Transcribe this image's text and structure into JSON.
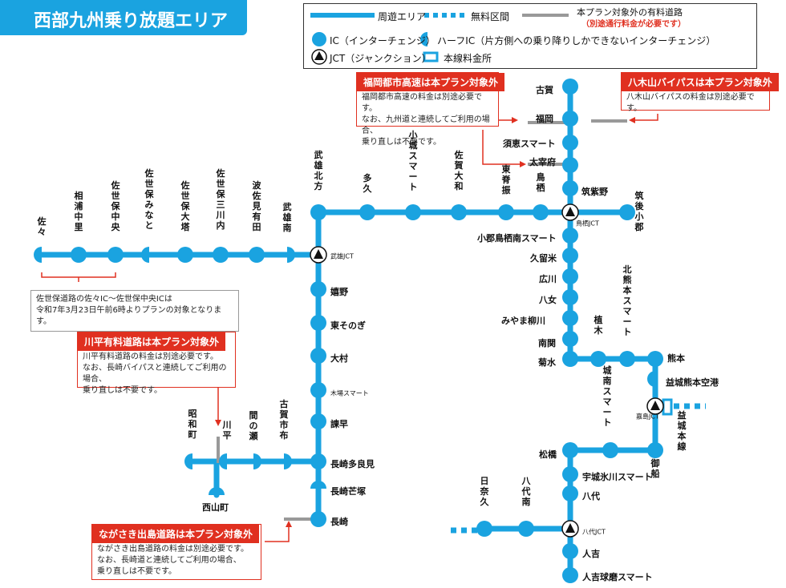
{
  "title": "西部九州乗り放題エリア",
  "legend": {
    "loop_area": "周遊エリア",
    "free_section": "無料区間",
    "excluded_toll": "本プラン対象外の有料道路",
    "excluded_toll_note": "（別途通行料金が必要です）",
    "ic": "IC（インターチェンジ）",
    "half_ic": "ハーフIC（片方側への乗り降りしかできないインターチェンジ）",
    "jct": "JCT（ジャンクション）",
    "toll_gate": "本線料金所"
  },
  "colors": {
    "route": "#1aa3e0",
    "excluded": "#999999",
    "note_red": "#e03020"
  },
  "notes": {
    "fukuoka": {
      "title": "福岡都市高速は本プラン対象外",
      "body": "福岡都市高速の料金は別途必要です。\nなお、九州道と連続してご利用の場合、\n乗り直しは不要です。"
    },
    "yagiyama": {
      "title": "八木山バイパスは本プラン対象外",
      "body": "八木山バイパスの料金は別途必要です。"
    },
    "sasebo": {
      "body": "佐世保道路の佐々IC～佐世保中央ICは\n令和7年3月23日午前6時よりプランの対象となります。"
    },
    "kawahira": {
      "title": "川平有料道路は本プラン対象外",
      "body": "川平有料道路の料金は別途必要です。\nなお、長崎バイパスと連続してご利用の場合、\n乗り直しは不要です。"
    },
    "dejima": {
      "title": "ながさき出島道路は本プラン対象外",
      "body": "ながさき出島道路の料金は別途必要です。\nなお、長崎道と連続してご利用の場合、\n乗り直しは不要です。"
    }
  },
  "stations": {
    "koga": "古賀",
    "fukuoka": "福岡",
    "sue": "須恵スマート",
    "dazaifu": "太宰府",
    "chikushino": "筑紫野",
    "tosu_jct": "鳥栖JCT",
    "chikugo_ogori": "筑後小郡",
    "ogori_tosu": "小郡鳥栖南スマート",
    "kurume": "久留米",
    "hirokawa": "広川",
    "yame": "八女",
    "miyama": "みやま柳川",
    "nankan": "南関",
    "kikusui": "菊水",
    "ueki": "植木",
    "kitakumamoto": "北熊本スマート",
    "kumamoto": "熊本",
    "kumamoto_airport": "益城熊本空港",
    "kashima_jct": "嘉島JCT",
    "mashiki": "益城本線",
    "jonan": "城南スマート",
    "mifune": "御船",
    "matsubase": "松橋",
    "uki": "宇城氷川スマート",
    "yatsushiro": "八代",
    "yatsushiro_jct": "八代JCT",
    "hinagu": "日奈久",
    "yatsushiro_minami": "八代南",
    "hitoyoshi": "人吉",
    "hitoyoshi_kuma": "人吉球磨スマート",
    "tosu": "鳥栖",
    "higashisefuri": "東脊振",
    "saga_yamato": "佐賀大和",
    "ogi": "小城スマート",
    "taku": "多久",
    "takeo_kita": "武雄北方",
    "takeo_jct": "武雄JCT",
    "takeo_minami": "武雄南",
    "hasami": "波佐見有田",
    "sasebo_mikawa": "佐世保三川内",
    "sasebo_otou": "佐世保大塔",
    "sasebo_minato": "佐世保みなと",
    "sasebo_chuo": "佐世保中央",
    "ainoura": "相浦中里",
    "saza": "佐々",
    "ureshino": "嬉野",
    "higashisonogi": "東そのぎ",
    "omura": "大村",
    "kiba": "木場スマート",
    "isahaya": "諫早",
    "nagasaki_tarami": "長崎多良見",
    "nagasaki_shibahara": "長崎芒塚",
    "nagasaki": "長崎",
    "kogashichi": "古賀市布",
    "mase": "間の瀬",
    "kawahira": "川平",
    "showa": "昭和町",
    "nishiyama": "西山町"
  }
}
